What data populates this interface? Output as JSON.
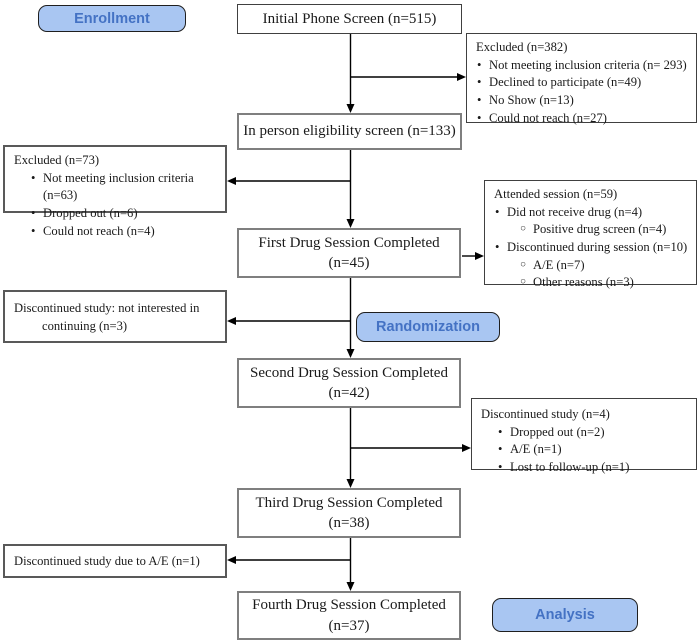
{
  "badges": {
    "enrollment": "Enrollment",
    "randomization": "Randomization",
    "analysis": "Analysis"
  },
  "flow": {
    "initial": {
      "label": "Initial Phone Screen (n=515)"
    },
    "in_person": {
      "label": "In person eligibility screen (n=133)"
    },
    "first": {
      "line1": "First Drug Session Completed",
      "line2": "(n=45)"
    },
    "second": {
      "line1": "Second Drug Session Completed",
      "line2": "(n=42)"
    },
    "third": {
      "line1": "Third Drug Session Completed",
      "line2": "(n=38)"
    },
    "fourth": {
      "line1": "Fourth Drug Session Completed",
      "line2": "(n=37)"
    }
  },
  "side": {
    "excluded_top": {
      "title": "Excluded (n=382)",
      "items": [
        {
          "level": 1,
          "text": "Not meeting inclusion criteria (n= 293)"
        },
        {
          "level": 1,
          "text": "Declined to participate (n=49)"
        },
        {
          "level": 1,
          "text": "No Show (n=13)"
        },
        {
          "level": 1,
          "text": "Could not reach (n=27)"
        }
      ]
    },
    "excluded_left": {
      "title": "Excluded (n=73)",
      "items": [
        {
          "level": 1,
          "text": "Not meeting inclusion criteria (n=63)"
        },
        {
          "level": 1,
          "text": "Dropped out (n=6)"
        },
        {
          "level": 1,
          "text": "Could not reach (n=4)"
        }
      ]
    },
    "attended": {
      "title": "Attended session (n=59)",
      "items": [
        {
          "level": 1,
          "text": "Did not receive drug (n=4)"
        },
        {
          "level": 2,
          "text": "Positive drug screen (n=4)"
        },
        {
          "level": 1,
          "text": "Discontinued during session (n=10)"
        },
        {
          "level": 2,
          "text": "A/E (n=7)"
        },
        {
          "level": 2,
          "text": "Other reasons (n=3)"
        }
      ]
    },
    "not_interested": {
      "line1": "Discontinued study: not interested in",
      "line2": "continuing (n=3)"
    },
    "discontinued_4": {
      "title": "Discontinued study (n=4)",
      "items": [
        {
          "level": 1,
          "text": "Dropped out (n=2)"
        },
        {
          "level": 1,
          "text": "A/E (n=1)"
        },
        {
          "level": 1,
          "text": "Lost to follow-up (n=1)"
        }
      ]
    },
    "discontinued_ae": {
      "label": "Discontinued study due to A/E (n=1)"
    }
  },
  "colors": {
    "badge_fill": "#a9c6f2",
    "badge_text": "#4472c4",
    "line": "#000000",
    "box_border_gray": "#7f7f7f",
    "box_border_dark": "#404040"
  }
}
